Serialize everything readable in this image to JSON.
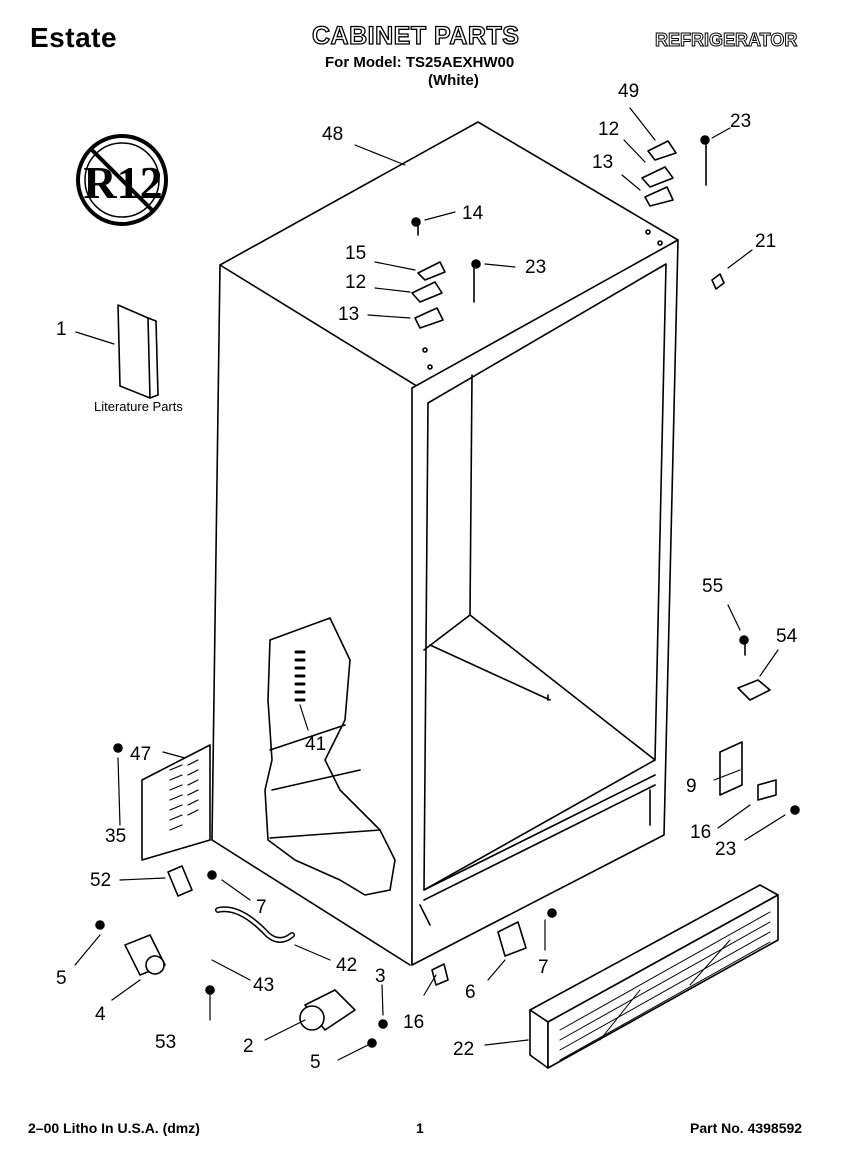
{
  "header": {
    "brand": "Estate",
    "title": "CABINET PARTS",
    "model_line": "For Model: TS25AEXHW00",
    "color": "(White)",
    "category": "REFRIGERATOR"
  },
  "badge": {
    "text": "R12",
    "icon": "no-r12-refrigerant-icon"
  },
  "literature_label": "Literature Parts",
  "callouts": [
    {
      "id": "c48",
      "text": "48"
    },
    {
      "id": "c49",
      "text": "49"
    },
    {
      "id": "c12a",
      "text": "12"
    },
    {
      "id": "c23a",
      "text": "23"
    },
    {
      "id": "c13a",
      "text": "13"
    },
    {
      "id": "c14",
      "text": "14"
    },
    {
      "id": "c21",
      "text": "21"
    },
    {
      "id": "c15",
      "text": "15"
    },
    {
      "id": "c23b",
      "text": "23"
    },
    {
      "id": "c12b",
      "text": "12"
    },
    {
      "id": "c13b",
      "text": "13"
    },
    {
      "id": "c1",
      "text": "1"
    },
    {
      "id": "c55",
      "text": "55"
    },
    {
      "id": "c54",
      "text": "54"
    },
    {
      "id": "c41",
      "text": "41"
    },
    {
      "id": "c47",
      "text": "47"
    },
    {
      "id": "c35",
      "text": "35"
    },
    {
      "id": "c9",
      "text": "9"
    },
    {
      "id": "c16a",
      "text": "16"
    },
    {
      "id": "c23c",
      "text": "23"
    },
    {
      "id": "c52",
      "text": "52"
    },
    {
      "id": "c7a",
      "text": "7"
    },
    {
      "id": "c5a",
      "text": "5"
    },
    {
      "id": "c42",
      "text": "42"
    },
    {
      "id": "c7b",
      "text": "7"
    },
    {
      "id": "c3",
      "text": "3"
    },
    {
      "id": "c43",
      "text": "43"
    },
    {
      "id": "c4",
      "text": "4"
    },
    {
      "id": "c6",
      "text": "6"
    },
    {
      "id": "c16b",
      "text": "16"
    },
    {
      "id": "c53",
      "text": "53"
    },
    {
      "id": "c2",
      "text": "2"
    },
    {
      "id": "c22",
      "text": "22"
    },
    {
      "id": "c5b",
      "text": "5"
    }
  ],
  "footer": {
    "left": "2–00 Litho In U.S.A. (dmz)",
    "page": "1",
    "part_no": "Part No. 4398592"
  }
}
